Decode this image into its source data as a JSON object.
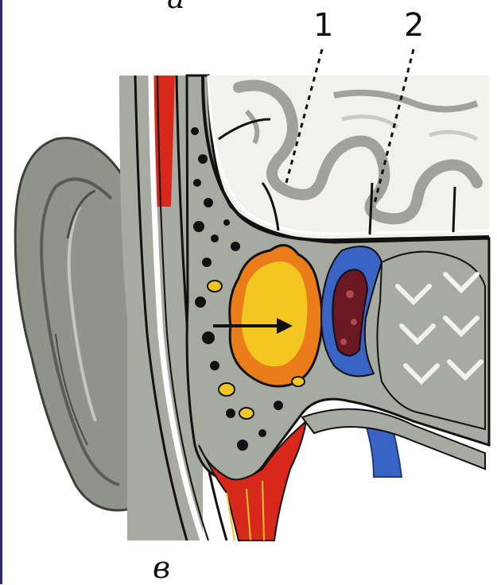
{
  "figure": {
    "labels": {
      "top_letter": "а",
      "bottom_letter": "в",
      "pointer_1": "1",
      "pointer_2": "2"
    },
    "colors": {
      "auricle": "#8f948b",
      "tissue_gray": "#a7aaa1",
      "brain_white": "#f2f2ec",
      "artery_red": "#d8281c",
      "vein_blue": "#3a63c6",
      "pus_yellow": "#f4c622",
      "pus_orange": "#ea7c1a",
      "sinus_dark": "#6a1824",
      "outline": "#111111"
    }
  }
}
